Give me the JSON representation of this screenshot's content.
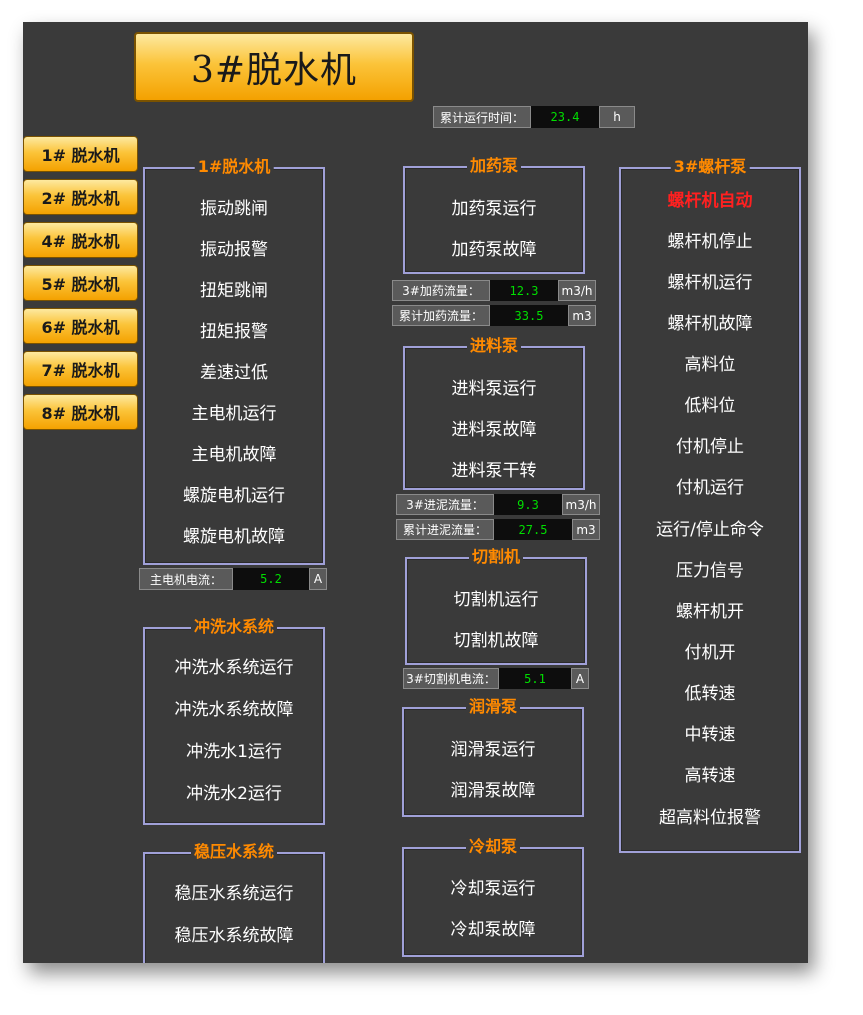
{
  "title": "3#脱水机",
  "runtime": {
    "label": "累计运行时间：",
    "value": "23.4",
    "unit": "h"
  },
  "nav": [
    "1# 脱水机",
    "2# 脱水机",
    "4# 脱水机",
    "5# 脱水机",
    "6# 脱水机",
    "7# 脱水机",
    "8# 脱水机"
  ],
  "machine": {
    "title": "1#脱水机",
    "items": [
      "振动跳闸",
      "振动报警",
      "扭矩跳闸",
      "扭矩报警",
      "差速过低",
      "主电机运行",
      "主电机故障",
      "螺旋电机运行",
      "螺旋电机故障"
    ],
    "current": {
      "label": "主电机电流：",
      "value": "5.2",
      "unit": "A"
    }
  },
  "flush": {
    "title": "冲洗水系统",
    "items": [
      "冲洗水系统运行",
      "冲洗水系统故障",
      "冲洗水1运行",
      "冲洗水2运行"
    ]
  },
  "stable": {
    "title": "稳压水系统",
    "items": [
      "稳压水系统运行",
      "稳压水系统故障"
    ]
  },
  "dosing": {
    "title": "加药泵",
    "items": [
      "加药泵运行",
      "加药泵故障"
    ],
    "flow": {
      "label": "3#加药流量：",
      "value": "12.3",
      "unit": "m3/h"
    },
    "total": {
      "label": "累计加药流量：",
      "value": "33.5",
      "unit": "m3"
    }
  },
  "feed": {
    "title": "进料泵",
    "items": [
      "进料泵运行",
      "进料泵故障",
      "进料泵干转"
    ],
    "flow": {
      "label": "3#进泥流量：",
      "value": "9.3",
      "unit": "m3/h"
    },
    "total": {
      "label": "累计进泥流量：",
      "value": "27.5",
      "unit": "m3"
    }
  },
  "cutter": {
    "title": "切割机",
    "items": [
      "切割机运行",
      "切割机故障"
    ],
    "current": {
      "label": "3#切割机电流：",
      "value": "5.1",
      "unit": "A"
    }
  },
  "lube": {
    "title": "润滑泵",
    "items": [
      "润滑泵运行",
      "润滑泵故障"
    ]
  },
  "cooling": {
    "title": "冷却泵",
    "items": [
      "冷却泵运行",
      "冷却泵故障"
    ]
  },
  "screw": {
    "title": "3#螺杆泵",
    "items": [
      "螺杆机自动",
      "螺杆机停止",
      "螺杆机运行",
      "螺杆机故障",
      "高料位",
      "低料位",
      "付机停止",
      "付机运行",
      "运行/停止命令",
      "压力信号",
      "螺杆机开",
      "付机开",
      "低转速",
      "中转速",
      "高转速",
      "超高料位报警"
    ]
  },
  "colors": {
    "accent": "#ff8a00",
    "alarm": "#ff2020",
    "value": "#00dd00",
    "frame": "#a0a0d8"
  }
}
